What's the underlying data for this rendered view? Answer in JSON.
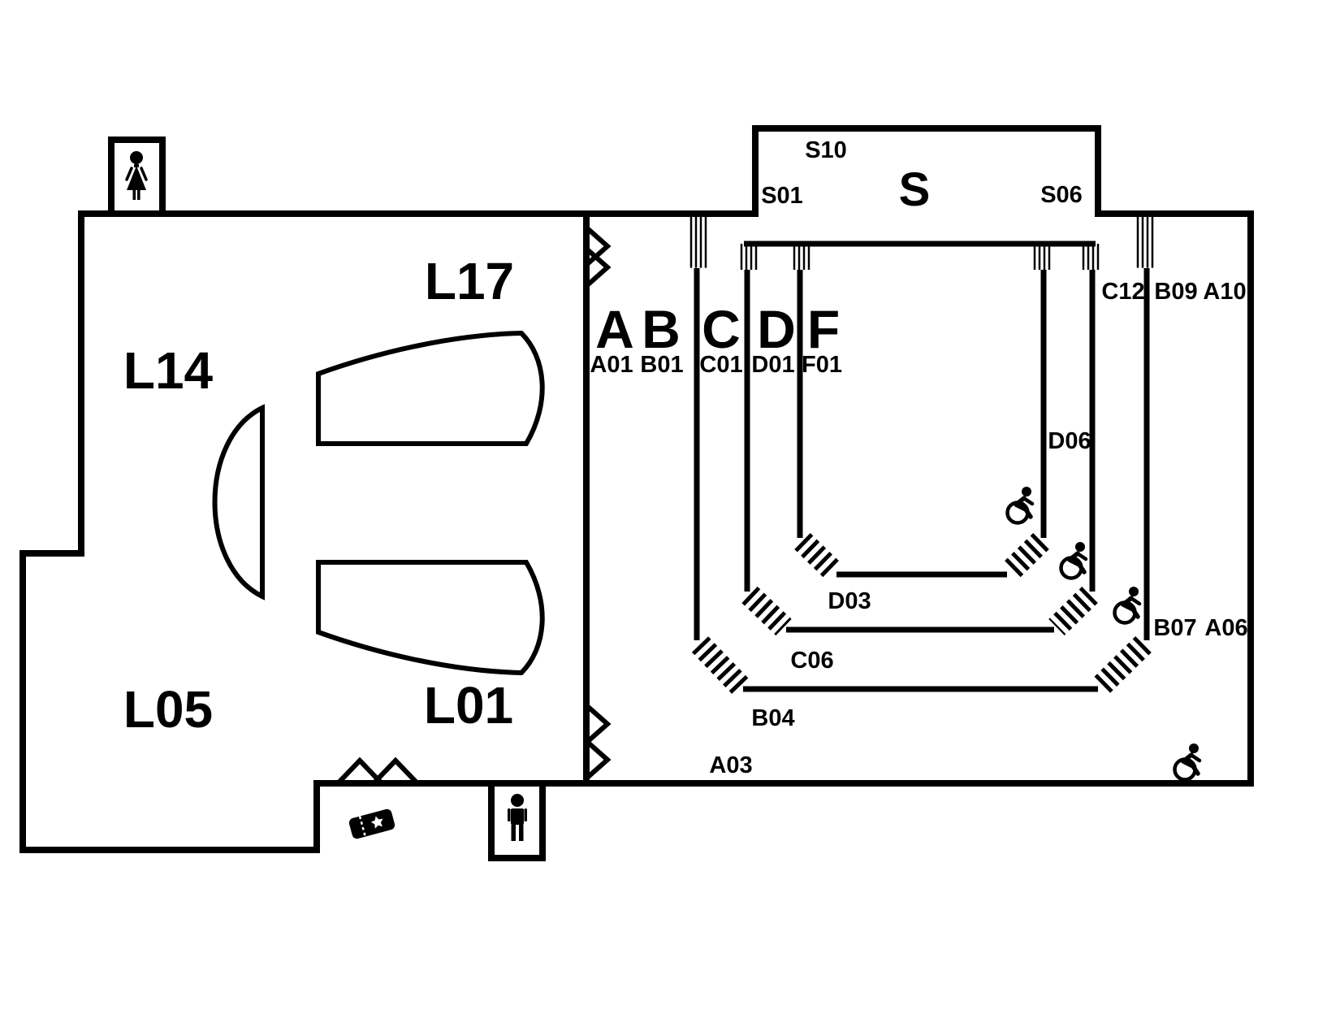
{
  "colors": {
    "line": "#000000",
    "background": "#ffffff"
  },
  "lobby": {
    "rooms": {
      "l17": "L17",
      "l14": "L14",
      "l05": "L05",
      "l01": "L01"
    }
  },
  "stage": {
    "letter": "S",
    "seats": {
      "s10": "S10",
      "s01": "S01",
      "s06": "S06"
    }
  },
  "sections": {
    "a": "A",
    "b": "B",
    "c": "C",
    "d": "D",
    "f": "F"
  },
  "seats": {
    "a01": "A01",
    "b01": "B01",
    "c01": "C01",
    "d01": "D01",
    "f01": "F01",
    "c12": "C12",
    "b09": "B09",
    "a10": "A10",
    "d06": "D06",
    "d03": "D03",
    "c06": "C06",
    "b04": "B04",
    "a03": "A03",
    "b07": "B07",
    "a06": "A06"
  },
  "icons": {
    "wheelchair": "wheelchair-accessible",
    "womens_restroom": "womens-restroom",
    "mens_restroom": "mens-restroom",
    "ticket": "ticket-entrance"
  }
}
